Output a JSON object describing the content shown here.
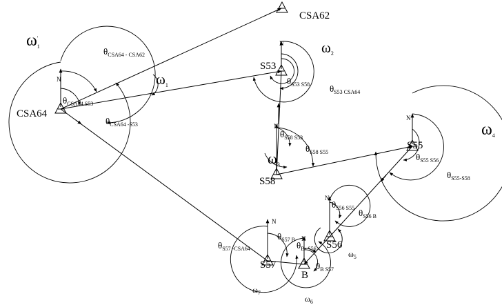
{
  "stations": {
    "csa62": "CSA62",
    "csa64": "CSA64",
    "s53": "S53",
    "s58": "S58",
    "s55": "S55",
    "s56": "S56",
    "s57": "S57",
    "b": "B"
  },
  "north_label": "N",
  "omegas": {
    "w1p": {
      "symbol": "ω",
      "sub": "1",
      "prime": "'"
    },
    "w1": {
      "symbol": "ω",
      "sub": "1"
    },
    "w2": {
      "symbol": "ω",
      "sub": "2"
    },
    "w3": {
      "symbol": "ω",
      "sub": "3"
    },
    "w4": {
      "symbol": "ω",
      "sub": "4"
    },
    "w5": {
      "symbol": "ω",
      "sub": "5"
    },
    "w6": {
      "symbol": "ω",
      "sub": "6"
    },
    "w7": {
      "symbol": "ω",
      "sub": "7"
    }
  },
  "thetas": {
    "t_csa64_csa62": {
      "symbol": "θ",
      "sub": "CSA64 - CSA62"
    },
    "t_csa64_s53": {
      "symbol": "θ",
      "sub": "CSA64 S53"
    },
    "t_csa64_s53b": {
      "symbol": "θ",
      "sub": "CSA64 -S53"
    },
    "t_s53_s58": {
      "symbol": "θ",
      "sub": "S53 S58"
    },
    "t_s53_csa64": {
      "symbol": "θ",
      "sub": "S53 CSA64"
    },
    "t_s58_s53": {
      "symbol": "θ",
      "sub": "S58 S53"
    },
    "t_s58_s55": {
      "symbol": "θ",
      "sub": "S58 S55"
    },
    "t_s55_s56": {
      "symbol": "θ",
      "sub": "S55 S56"
    },
    "t_s55_s58": {
      "symbol": "θ",
      "sub": "S55-S58"
    },
    "t_s56_s55": {
      "symbol": "θ",
      "sub": "S56 S55"
    },
    "t_s56_b": {
      "symbol": "θ",
      "sub": "S56 B"
    },
    "t_s57_b": {
      "symbol": "θ",
      "sub": "S57 B"
    },
    "t_s57_csa64": {
      "symbol": "θ",
      "sub": "S57 -CSA64"
    },
    "t_b_s56": {
      "symbol": "θ",
      "sub": "B- S56"
    },
    "t_b_s57": {
      "symbol": "θ",
      "sub": "B S57"
    }
  }
}
